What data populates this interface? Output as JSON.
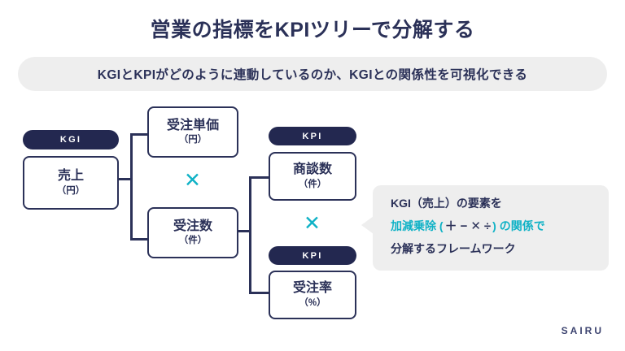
{
  "slide": {
    "title": "営業の指標をKPIツリーで分解する",
    "subtitle": "KGIとKPIがどのように連動しているのか、KGIとの関係性を可視化できる",
    "logo": "SAIRU"
  },
  "tags": {
    "kgi": "KGI",
    "kpi_shodan": "KPI",
    "kpi_juchuritsu": "KPI"
  },
  "nodes": {
    "uriage": {
      "name": "売上",
      "unit": "（円）"
    },
    "juchu_tanka": {
      "name": "受注単価",
      "unit": "（円）"
    },
    "juchu_su": {
      "name": "受注数",
      "unit": "（件）"
    },
    "shodan_su": {
      "name": "商談数",
      "unit": "（件）"
    },
    "juchu_ritsu": {
      "name": "受注率",
      "unit": "（%）"
    }
  },
  "operators": {
    "level1_multiply": "✕",
    "level2_multiply": "✕"
  },
  "callout": {
    "line1": "KGI（売上）の要素を",
    "line2_prefix": "加減乗除 (",
    "line2_plus": "＋",
    "line2_minus": "−",
    "line2_times": "✕",
    "line2_divide": "÷",
    "line2_suffix": ") の関係で",
    "line3": "分解するフレームワーク"
  },
  "colors": {
    "navy": "#2b3158",
    "pill_navy": "#232850",
    "teal": "#10b2c6",
    "gray_bg": "#eeeeee",
    "white": "#ffffff"
  }
}
